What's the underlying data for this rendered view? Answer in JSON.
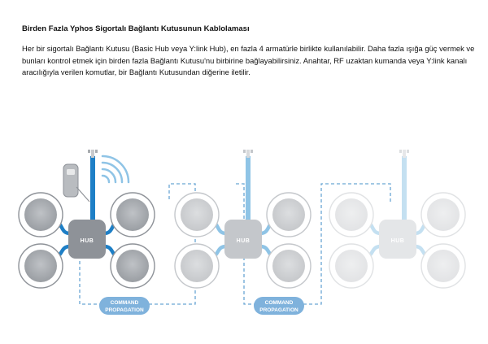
{
  "title": "Birden Fazla Yphos Sigortalı Bağlantı Kutusunun Kablolaması",
  "description": "Her bir sigortalı Bağlantı Kutusu (Basic Hub veya Y:link Hub), en fazla 4 armatürle birlikte kullanılabilir. Daha fazla ışığa güç vermek ve bunları kontrol etmek için birden fazla Bağlantı Kutusu'nu birbirine bağlayabilirsiniz. Anahtar, RF uzaktan kumanda veya Y:link kanalı aracılığıyla verilen komutlar, bir Bağlantı Kutusundan diğerine iletilir.",
  "diagram": {
    "hubs": [
      {
        "label": "HUB",
        "state": "active"
      },
      {
        "label": "HUB",
        "state": "secondary"
      },
      {
        "label": "HUB",
        "state": "faded"
      }
    ],
    "propagation_labels": [
      {
        "line1": "COMMAND",
        "line2": "PROPAGATION"
      },
      {
        "line1": "COMMAND",
        "line2": "PROPAGATION"
      }
    ],
    "colors": {
      "active_hub": "#8e9298",
      "secondary_hub": "#c4c7cb",
      "faded_hub": "#e4e6e8",
      "cable_active": "#1e7fc6",
      "cable_secondary": "#8fc4e6",
      "cable_faded": "#c4e0f1",
      "dashed_line": "#6aa6d4",
      "badge": "#7fb2dc"
    }
  }
}
